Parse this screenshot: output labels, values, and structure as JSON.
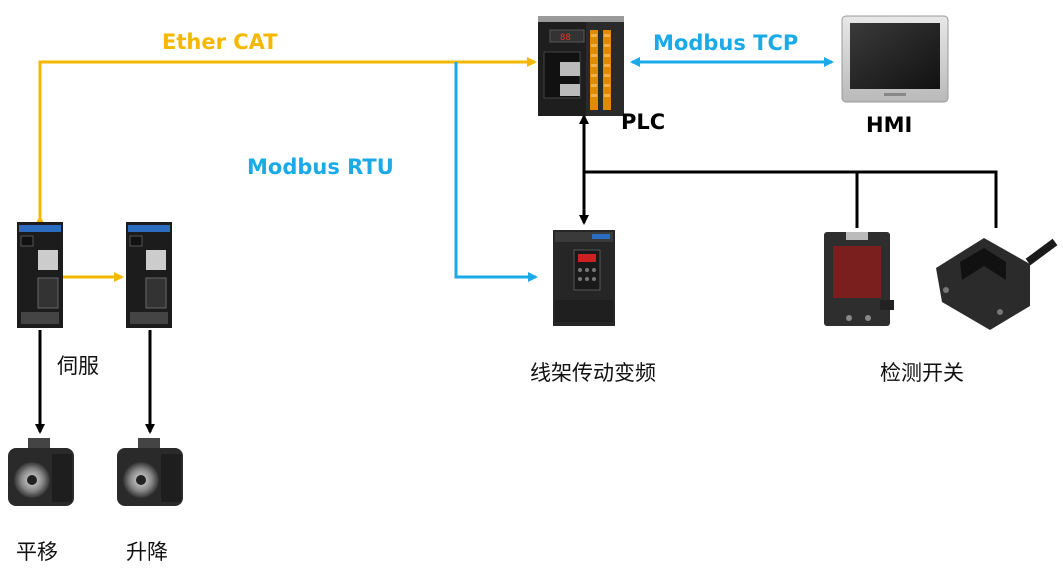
{
  "protocols": {
    "ethercat": "Ether CAT",
    "modbus_tcp": "Modbus TCP",
    "modbus_rtu": "Modbus RTU"
  },
  "devices": {
    "plc": "PLC",
    "hmi": "HMI",
    "servo": "伺服",
    "vfd": "线架传动变频",
    "sensors": "检测开关",
    "motor_traverse": "平移",
    "motor_lift": "升降"
  },
  "colors": {
    "ethercat": "#F5B800",
    "modbus": "#1BAAE8",
    "wiring": "#000000"
  }
}
